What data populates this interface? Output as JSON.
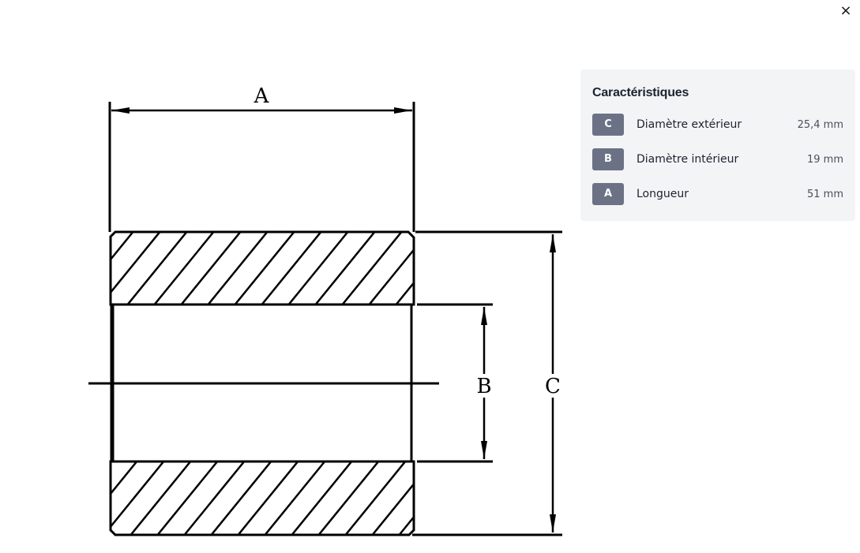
{
  "close_label": "×",
  "drawing": {
    "label_a": "A",
    "label_b": "B",
    "label_c": "C"
  },
  "specs": {
    "title": "Caractéristiques",
    "rows": [
      {
        "badge": "C",
        "label": "Diamètre extérieur",
        "value": "25,4 mm"
      },
      {
        "badge": "B",
        "label": "Diamètre intérieur",
        "value": "19 mm"
      },
      {
        "badge": "A",
        "label": "Longueur",
        "value": "51 mm"
      }
    ]
  },
  "colors": {
    "panel_bg": "#f3f4f6",
    "badge_bg": "#6c7285",
    "text": "#1d2230"
  }
}
